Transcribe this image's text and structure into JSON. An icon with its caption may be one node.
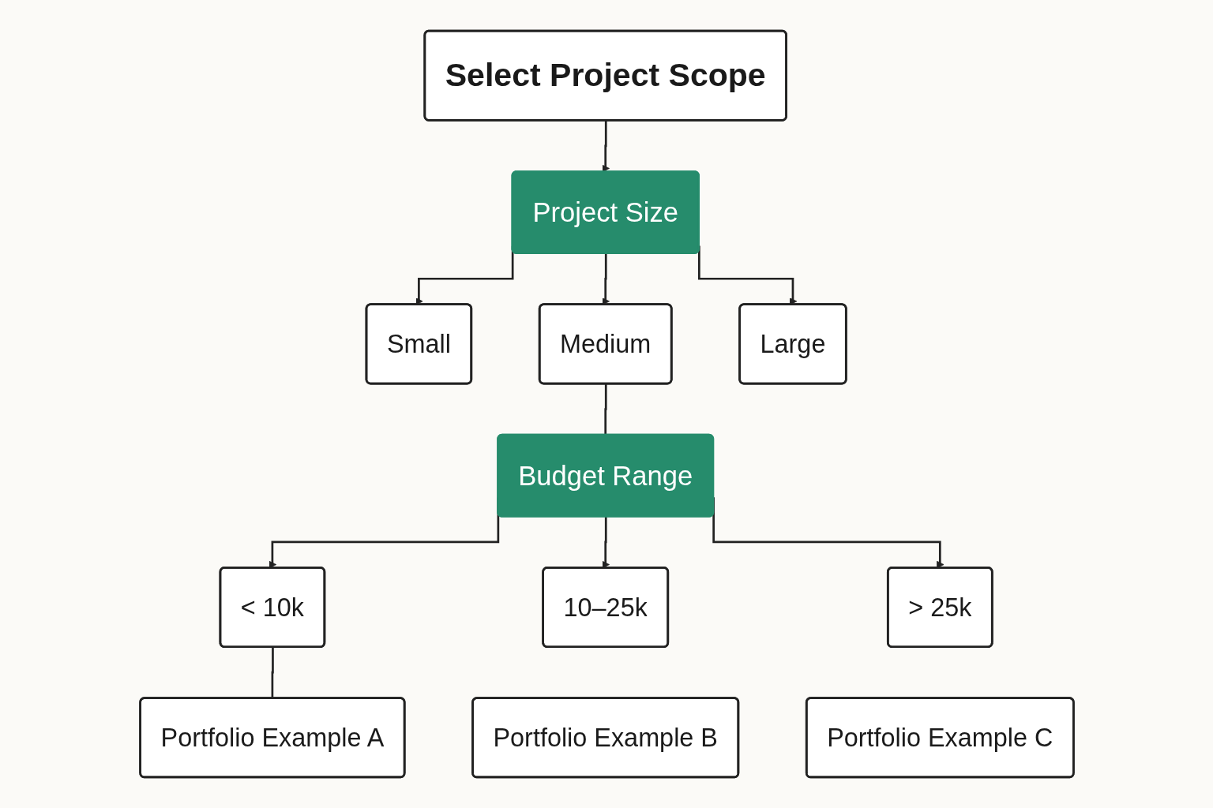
{
  "diagram": {
    "nodes": [
      {
        "text": [
          "Select Project Scope"
        ]
      },
      {
        "text": [
          "Project Size"
        ]
      },
      {
        "text": [
          "Small"
        ]
      },
      {
        "text": [
          "Medium"
        ]
      },
      {
        "text": [
          "Large"
        ]
      },
      {
        "text": [
          "Budget Range"
        ]
      },
      {
        "text": [
          "< 10k"
        ]
      },
      {
        "text": [
          "10–25k"
        ]
      },
      {
        "text": [
          "> 25k"
        ]
      },
      {
        "text": [
          "Portfolio Example A"
        ]
      },
      {
        "text": [
          "Portfolio Example B"
        ]
      },
      {
        "text": [
          "Portfolio Example C"
        ]
      }
    ],
    "edges": [
      {
        "from": 0,
        "to": 1,
        "arrow": "to"
      },
      {
        "from": 1,
        "to": 2,
        "arrow": "to"
      },
      {
        "from": 1,
        "to": 3,
        "arrow": "to"
      },
      {
        "from": 1,
        "to": 4,
        "arrow": "to"
      },
      {
        "from": 3,
        "to": 5,
        "arrow": "none"
      },
      {
        "from": 5,
        "to": 6,
        "arrow": "to"
      },
      {
        "from": 5,
        "to": 7,
        "arrow": "to"
      },
      {
        "from": 5,
        "to": 8,
        "arrow": "to"
      },
      {
        "from": 6,
        "to": 9,
        "arrow": "none"
      }
    ]
  }
}
